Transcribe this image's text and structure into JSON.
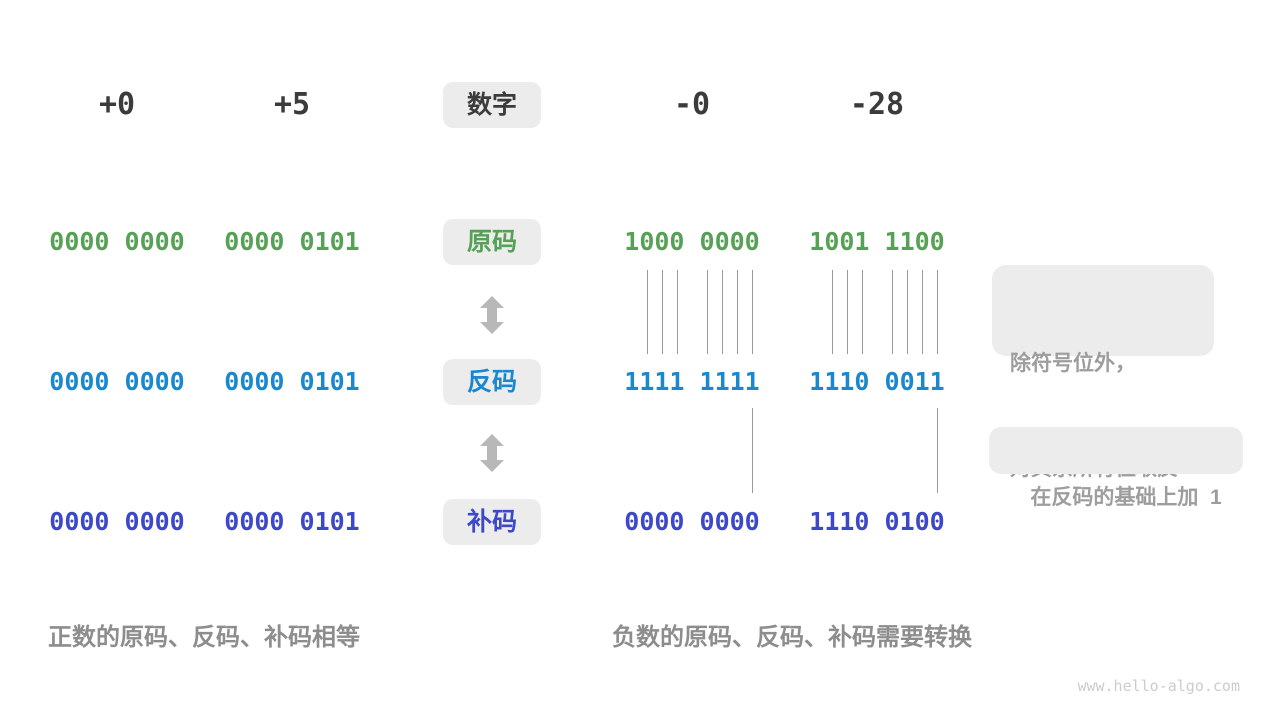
{
  "header": {
    "columns": [
      "+0",
      "+5",
      "-0",
      "-28"
    ],
    "label": "数字"
  },
  "rows": [
    {
      "id": "sign-magnitude",
      "label": "原码",
      "color": "#56a156",
      "values": [
        "0000 0000",
        "0000 0101",
        "1000 0000",
        "1001 1100"
      ]
    },
    {
      "id": "ones-complement",
      "label": "反码",
      "color": "#1a87ce",
      "values": [
        "0000 0000",
        "0000 0101",
        "1111 1111",
        "1110 0011"
      ]
    },
    {
      "id": "twos-complement",
      "label": "补码",
      "color": "#3c48c8",
      "values": [
        "0000 0000",
        "0000 0101",
        "0000 0000",
        "1110 0100"
      ]
    }
  ],
  "notes": [
    {
      "lines": [
        "除符号位外，",
        "对其余所有位取反"
      ]
    },
    {
      "lines": [
        "在反码的基础上加  1"
      ]
    }
  ],
  "captions": {
    "positive": "正数的原码、反码、补码相等",
    "negative": "负数的原码、反码、补码需要转换"
  },
  "watermark": "www.hello-algo.com",
  "colors": {
    "sign_magnitude_green": "#56a156",
    "ones_complement_blue": "#1a87ce",
    "twos_complement_indigo": "#3c48c8",
    "label_dark": "#3b3b3b",
    "box_background": "#ececec",
    "note_text_gray": "#9d9d9d",
    "caption_gray": "#8d8d8d",
    "arrow_gray": "#b8b8b8",
    "connector_line_gray": "#9a9a9a",
    "watermark_gray": "#cccccc"
  }
}
